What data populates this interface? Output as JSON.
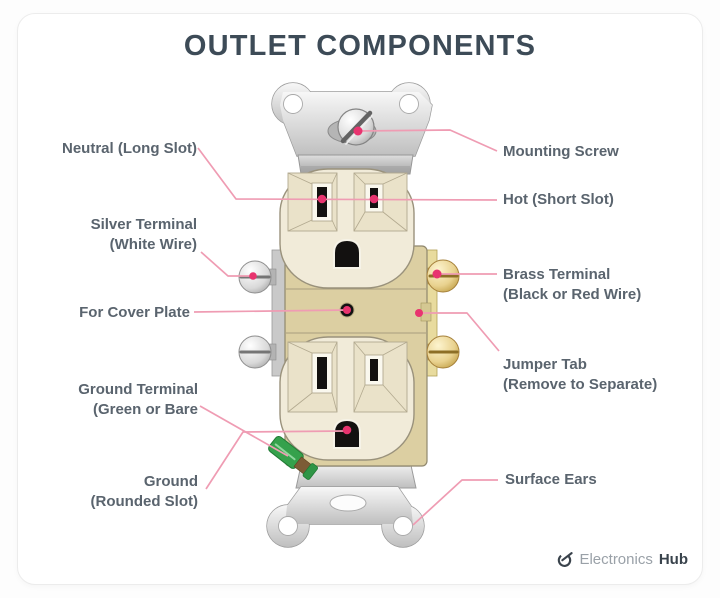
{
  "title": "OUTLET COMPONENTS",
  "labels": {
    "neutral": {
      "line1": "Neutral (Long Slot)"
    },
    "silver": {
      "line1": "Silver Terminal",
      "line2": "(White Wire)"
    },
    "cover": {
      "line1": "For Cover Plate"
    },
    "ground_terminal": {
      "line1": "Ground Terminal",
      "line2": "(Green or Bare"
    },
    "ground": {
      "line1": "Ground",
      "line2": "(Rounded Slot)"
    },
    "mounting": {
      "line1": "Mounting Screw"
    },
    "hot": {
      "line1": "Hot (Short Slot)"
    },
    "brass": {
      "line1": "Brass Terminal",
      "line2": "(Black or Red Wire)"
    },
    "jumper": {
      "line1": "Jumper Tab",
      "line2": "(Remove to Separate)"
    },
    "surface": {
      "line1": "Surface Ears"
    }
  },
  "branding": {
    "name": "Electronics",
    "suffix": "Hub"
  },
  "colors": {
    "leader_line": "#ef9cb3",
    "marker_dot": "#e8346f",
    "title_text": "#3d4b57",
    "label_text": "#5a646e",
    "outlet_face": "#f1ebd9",
    "outlet_body": "#dccfa2",
    "brass_terminal": "#caa64b",
    "silver_terminal": "#c9c9c9",
    "ground_screw_green": "#35a14c"
  }
}
